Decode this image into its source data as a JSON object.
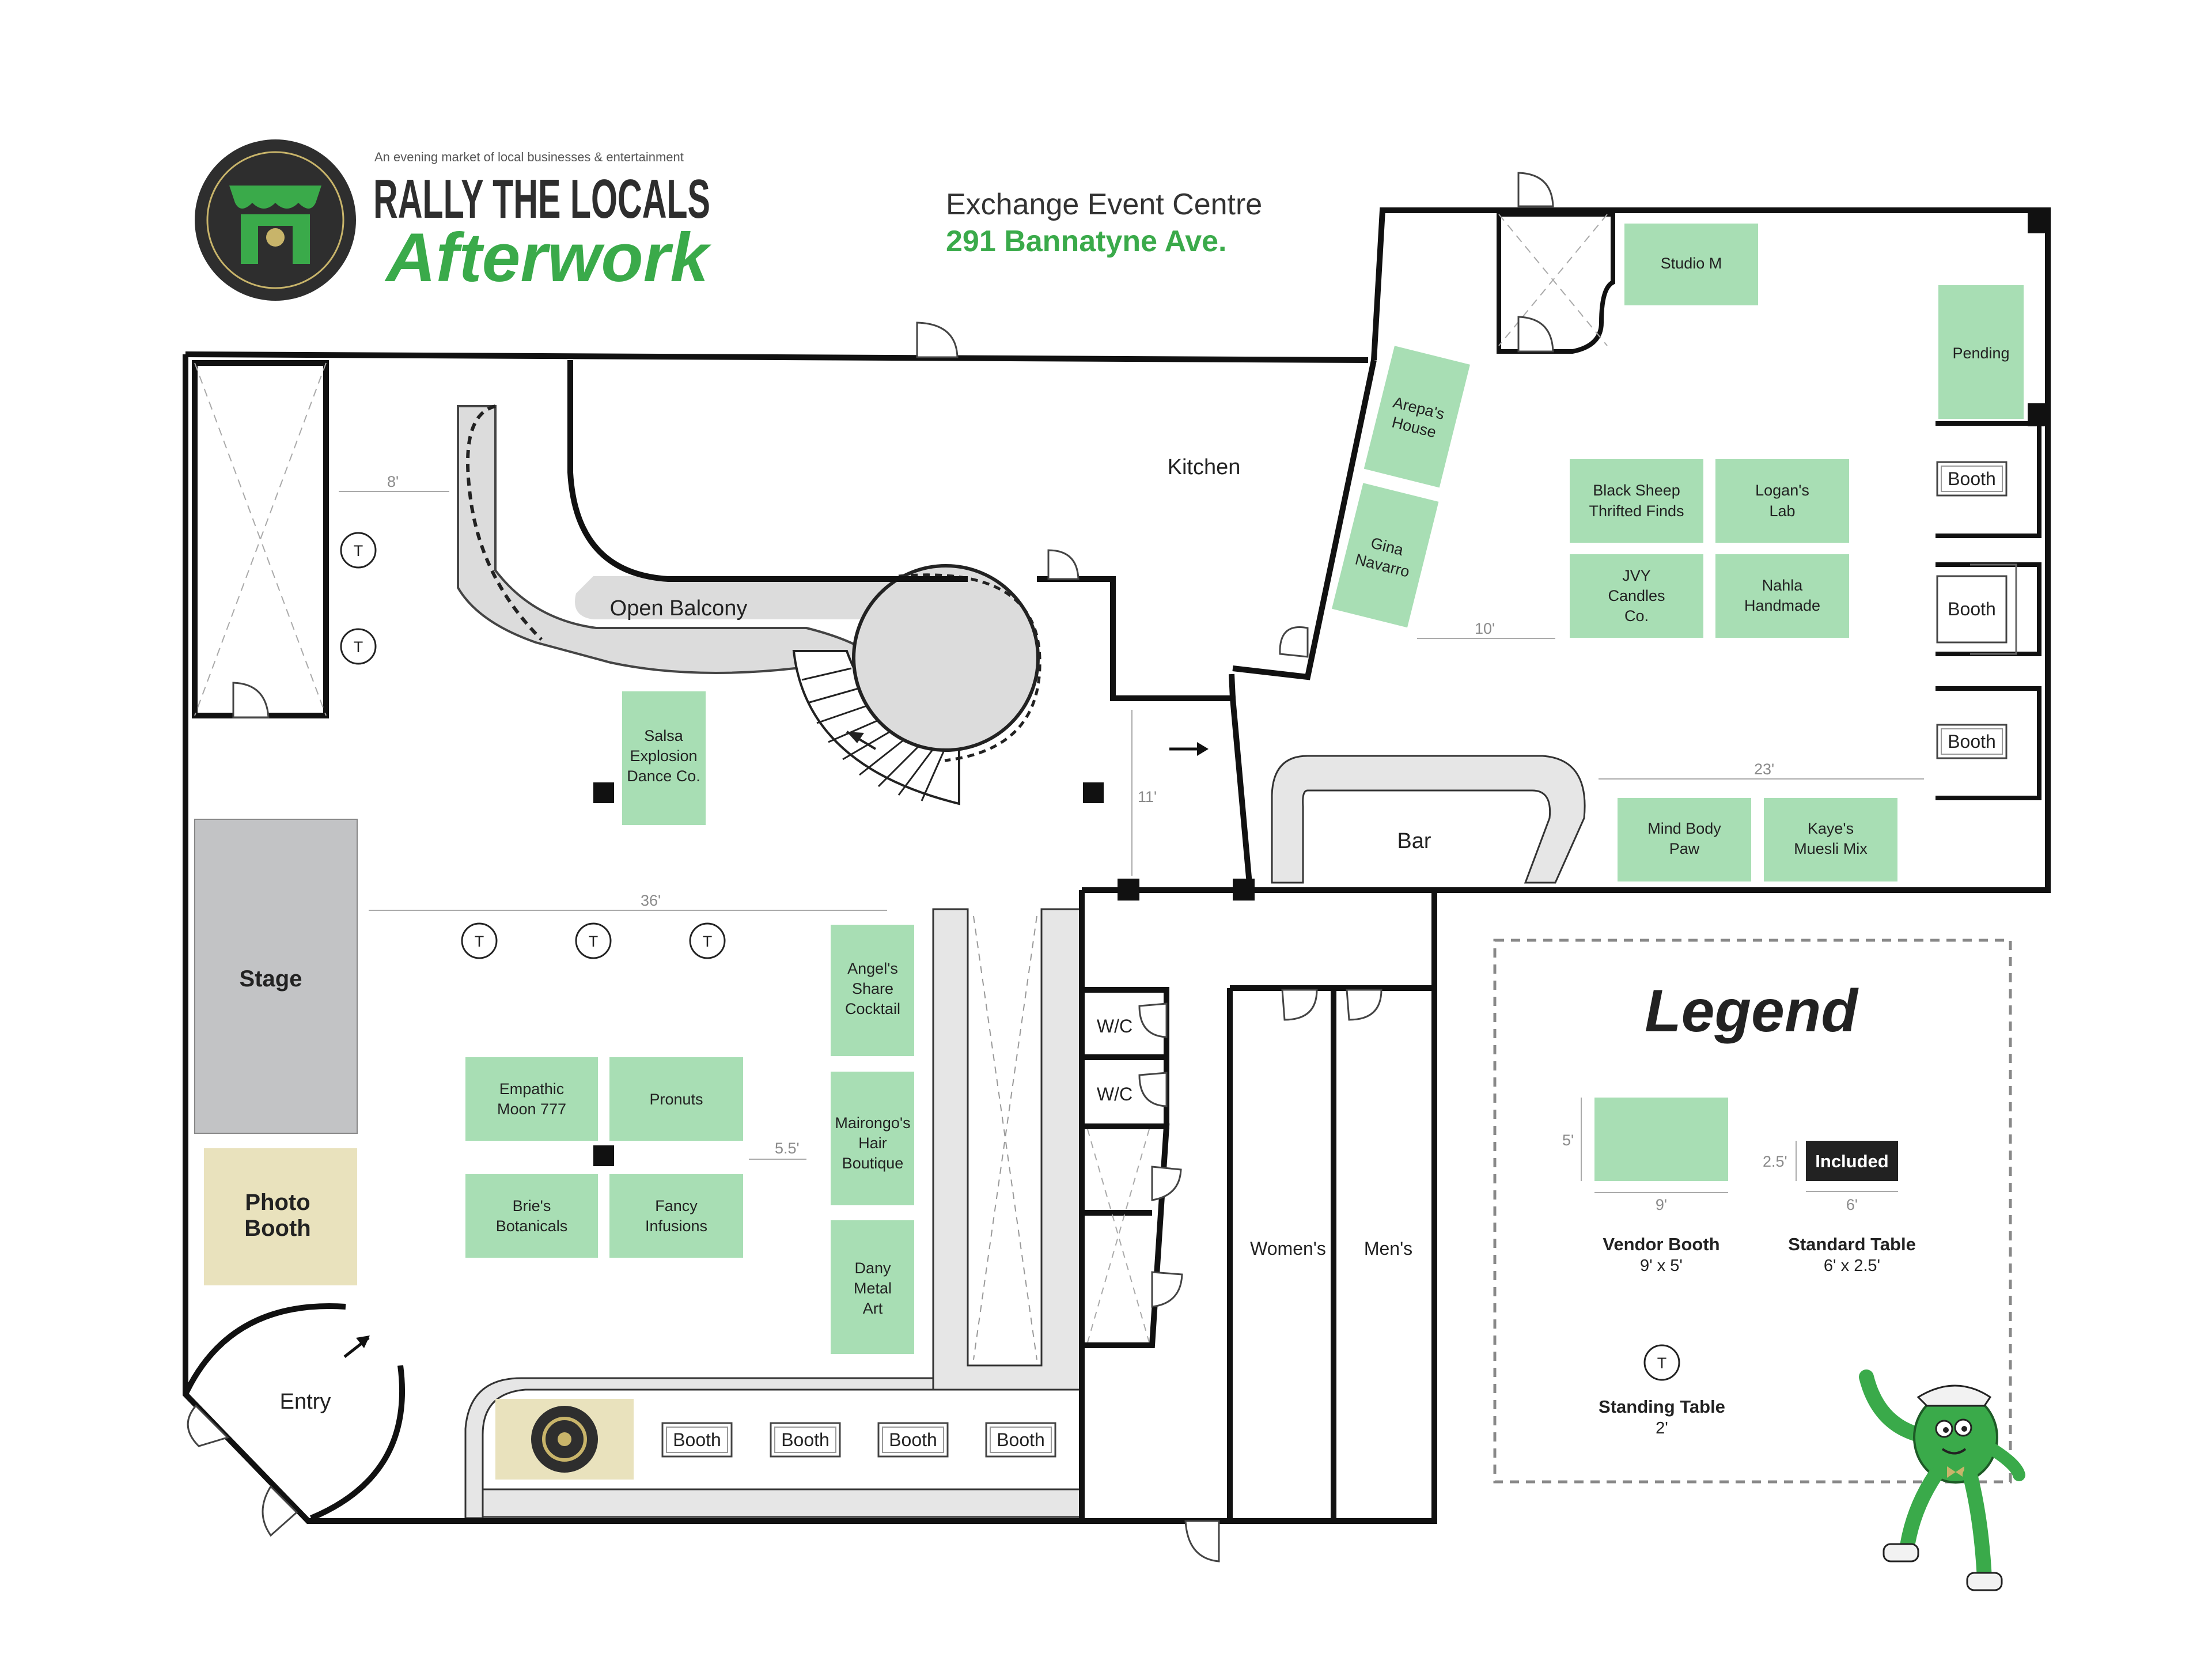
{
  "brand": {
    "tagline": "An evening market of local businesses & entertainment",
    "name_line1": "RALLY THE LOCALS",
    "name_line2": "Afterwork",
    "colors": {
      "green": "#3aaa4a",
      "dark": "#2e2e2e",
      "gold": "#c8b46a"
    }
  },
  "venue": {
    "name": "Exchange Event Centre",
    "address": "291 Bannatyne Ave."
  },
  "rooms": {
    "kitchen": "Kitchen",
    "open_balcony": "Open Balcony",
    "stage": "Stage",
    "photo_booth": "Photo Booth",
    "entry": "Entry",
    "bar": "Bar",
    "wc": "W/C",
    "womens": "Women's",
    "mens": "Men's"
  },
  "vendors": {
    "studio_m": "Studio M",
    "pending": "Pending",
    "arepas_house": "Arepa's House",
    "gina_navarro": "Gina Navarro",
    "black_sheep": "Black Sheep Thrifted Finds",
    "logans_lab": "Logan's Lab",
    "jvy_candles": "JVY Candles Co.",
    "nahla_handmade": "Nahla Handmade",
    "mind_body_paw": "Mind Body Paw",
    "kayes_muesli": "Kaye's Muesli Mix",
    "salsa_explosion": "Salsa Explosion Dance Co.",
    "angels_share": "Angel's Share Cocktail",
    "mairongos": "Mairongo's Hair Boutique",
    "dany_metal": "Dany Metal Art",
    "empathic_moon": "Empathic Moon 777",
    "pronuts": "Pronuts",
    "bries_botanicals": "Brie's Botanicals",
    "fancy_infusions": "Fancy Infusions"
  },
  "booth_label": "Booth",
  "standing_table_symbol": "T",
  "dimensions": {
    "d8": "8'",
    "d10": "10'",
    "d23": "23'",
    "d11": "11'",
    "d36": "36'",
    "d5_5": "5.5'"
  },
  "legend": {
    "title": "Legend",
    "vendor_booth": {
      "title": "Vendor Booth",
      "size": "9' x 5'",
      "width": "9'",
      "height": "5'"
    },
    "standard_table": {
      "title": "Standard Table",
      "size": "6' x 2.5'",
      "label": "Included",
      "width": "6'",
      "height": "2.5'"
    },
    "standing_table": {
      "title": "Standing Table",
      "size": "2'",
      "symbol": "T"
    }
  },
  "colors": {
    "vendor": "#a8deb4",
    "stage": "#c2c3c5",
    "photo_booth": "#e9e2bd",
    "balcony": "#dcdcdc",
    "accent_green": "#3aaa4a"
  }
}
